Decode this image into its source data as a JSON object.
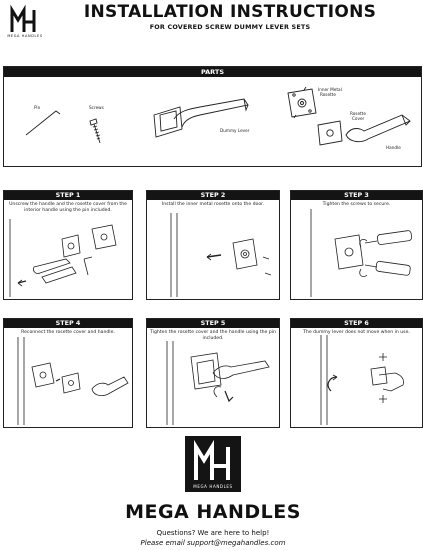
{
  "header": {
    "logo_text": "MEGA HANDLES",
    "title": "INSTALLATION INSTRUCTIONS",
    "subtitle": "FOR COVERED SCREW DUMMY LEVER SETS"
  },
  "parts": {
    "heading": "PARTS",
    "items": {
      "pin": "Pin",
      "screws": "Screws",
      "dummy_lever": "Dummy Lever",
      "inner_rosette_line1": "Inner Metal",
      "inner_rosette_line2": "Rosette",
      "rosette_cover_line1": "Rosette",
      "rosette_cover_line2": "Cover",
      "handle": "Handle"
    }
  },
  "steps": [
    {
      "title": "STEP 1",
      "text": "Unscrew the handle and the rosette cover from the interior handle using the pin included."
    },
    {
      "title": "STEP 2",
      "text": "Install the inner metal rosette onto the door."
    },
    {
      "title": "STEP 3",
      "text": "Tighten the screws to secure."
    },
    {
      "title": "STEP 4",
      "text": "Reconnect the rosette cover and handle."
    },
    {
      "title": "STEP 5",
      "text": "Tighten the rosette cover and the handle using the pin included."
    },
    {
      "title": "STEP 6",
      "text": "The dummy lever does not move when in use."
    }
  ],
  "footer": {
    "brand": "MEGA HANDLES",
    "logo_text": "MEGA HANDLES",
    "help": "Questions? We are here to help!",
    "email": "Please email support@megahandles.com"
  }
}
